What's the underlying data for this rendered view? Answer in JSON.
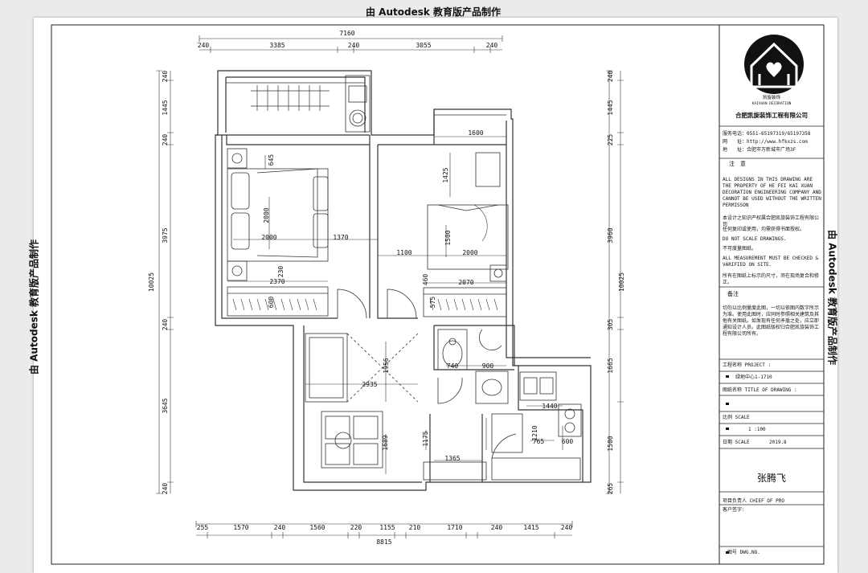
{
  "watermark": "由 Autodesk 教育版产品制作",
  "dimensions": {
    "top_total": "7160",
    "top_segments": [
      "240",
      "3385",
      "240",
      "3055",
      "240"
    ],
    "bottom_total": "8815",
    "bottom_segments": [
      "255",
      "1570",
      "240",
      "1560",
      "220",
      "1155",
      "210",
      "1710",
      "240",
      "1415",
      "240"
    ],
    "left_total": "10025",
    "left_segments": [
      "240",
      "1445",
      "240",
      "3975",
      "240",
      "3645",
      "240"
    ],
    "right_total": "10025",
    "right_segments": [
      "240",
      "1445",
      "225",
      "3960",
      "305",
      "1665",
      "1500",
      "265"
    ],
    "interior": [
      "1600",
      "645",
      "1425",
      "2000",
      "2000",
      "1370",
      "1500",
      "1100",
      "2000",
      "230",
      "2370",
      "460",
      "2070",
      "600",
      "575",
      "1956",
      "740",
      "900",
      "2935",
      "1440",
      "1689",
      "1175",
      "1210",
      "765",
      "600",
      "1365"
    ]
  },
  "title_block": {
    "company": "合肥凯旋装饰工程有限公司",
    "logo_text_cn": "凯旋装饰",
    "logo_text_en": "KAIXUAN DECORATION",
    "phone": "服务电话：0551-65197319/65197358",
    "website": "网　　址：http://www.hfkxzs.com",
    "address": "地　　址：合肥市万新城市广场3F",
    "notes_title": "注　意",
    "notes": [
      "ALL DESIGNS IN THIS DRAWING ARE THE PROPERTY OF HE FEI KAI XUAN DECORATION ENGINEERING COMPANY AND CANNOT BE USED WITHOUT THE WRITTEN PERMISSON",
      "本设计之知识产权属合肥凯旋装饰工程有限公司",
      "任何复印或使用，均需获得书面授权。",
      "DO NOT SCALE DRAWINGS.",
      "不可度量图纸。",
      "ALL MEASUREMENT MUST BE CHECKED & VARIFIED ON SITE.",
      "所有在图纸上标示的尺寸，须在现场复合和修正。"
    ],
    "remarks_title": "备注",
    "remarks": "切勿以比例量度此图，一切以依图内数字所示为准。使用此图时，应同时参照相关建筑及其他有关图纸。如发现有任何矛盾之处，应立即通知设计人员。此图纸版权归合肥凯旋装饰工程有限公司所有。",
    "project_label": "工程名称 PROJECT :",
    "project_value": "绿地中心1-1710",
    "drawing_label": "图纸名称 TITLE  OF  DRAWING :",
    "scale_label": "比例 SCALE",
    "scale_value": "1 :100",
    "date_label": "日期 SCALE",
    "date_value": "2019.8",
    "designer": "张腾飞",
    "chief_label": "项目负责人 CHIEF OF PRO",
    "client_label": "客户签字:",
    "dwg_label": "图号 DWG.NO."
  }
}
